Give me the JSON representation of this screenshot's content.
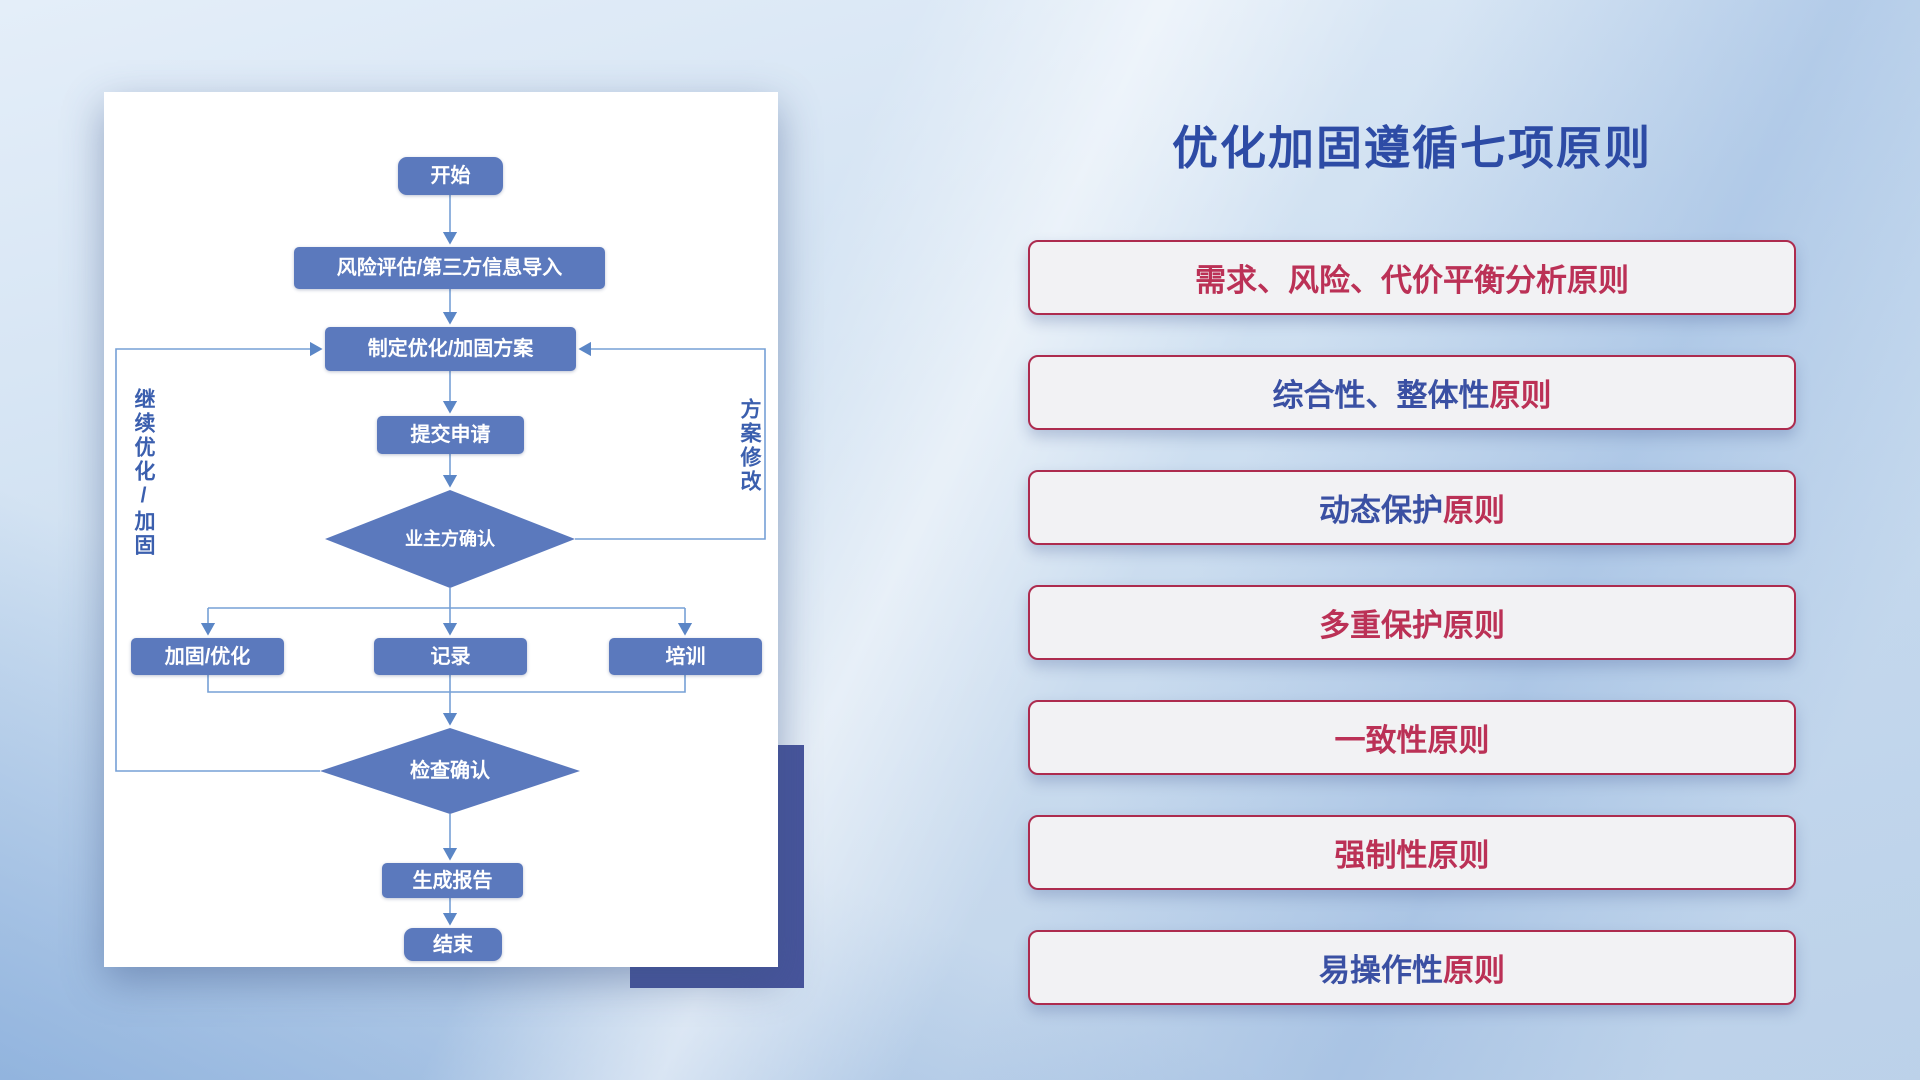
{
  "slide": {
    "title": "优化加固遵循七项原则"
  },
  "flowchart": {
    "nodes": {
      "start": "开始",
      "risk_import": "风险评估/第三方信息导入",
      "make_plan": "制定优化/加固方案",
      "submit": "提交申请",
      "owner_confirm": "业主方确认",
      "harden_optimize": "加固/优化",
      "record": "记录",
      "training": "培训",
      "check_confirm": "检查确认",
      "report": "生成报告",
      "end": "结束"
    },
    "labels": {
      "left_loop": "继续优化/加固",
      "right_loop": "方案修改"
    }
  },
  "principles": [
    {
      "blue": "",
      "red": "需求、风险、代价平衡分析原则"
    },
    {
      "blue": "综合性、整体性",
      "red": "原则"
    },
    {
      "blue": "动态保护",
      "red": "原则"
    },
    {
      "blue": "",
      "red": "多重保护原则"
    },
    {
      "blue": "",
      "red": "一致性原则"
    },
    {
      "blue": "",
      "red": "强制性原则"
    },
    {
      "blue": "易操作性",
      "red": "原则"
    }
  ],
  "colors": {
    "title_blue": "#2d4ba5",
    "principle_text_blue": "#3a50a3",
    "principle_text_red": "#bb3156",
    "principle_border_red": "#ad2b4e",
    "flow_node_blue": "#5b79bd",
    "flow_line_blue": "#76a0d6",
    "accent_block_blue": "#47549b"
  }
}
